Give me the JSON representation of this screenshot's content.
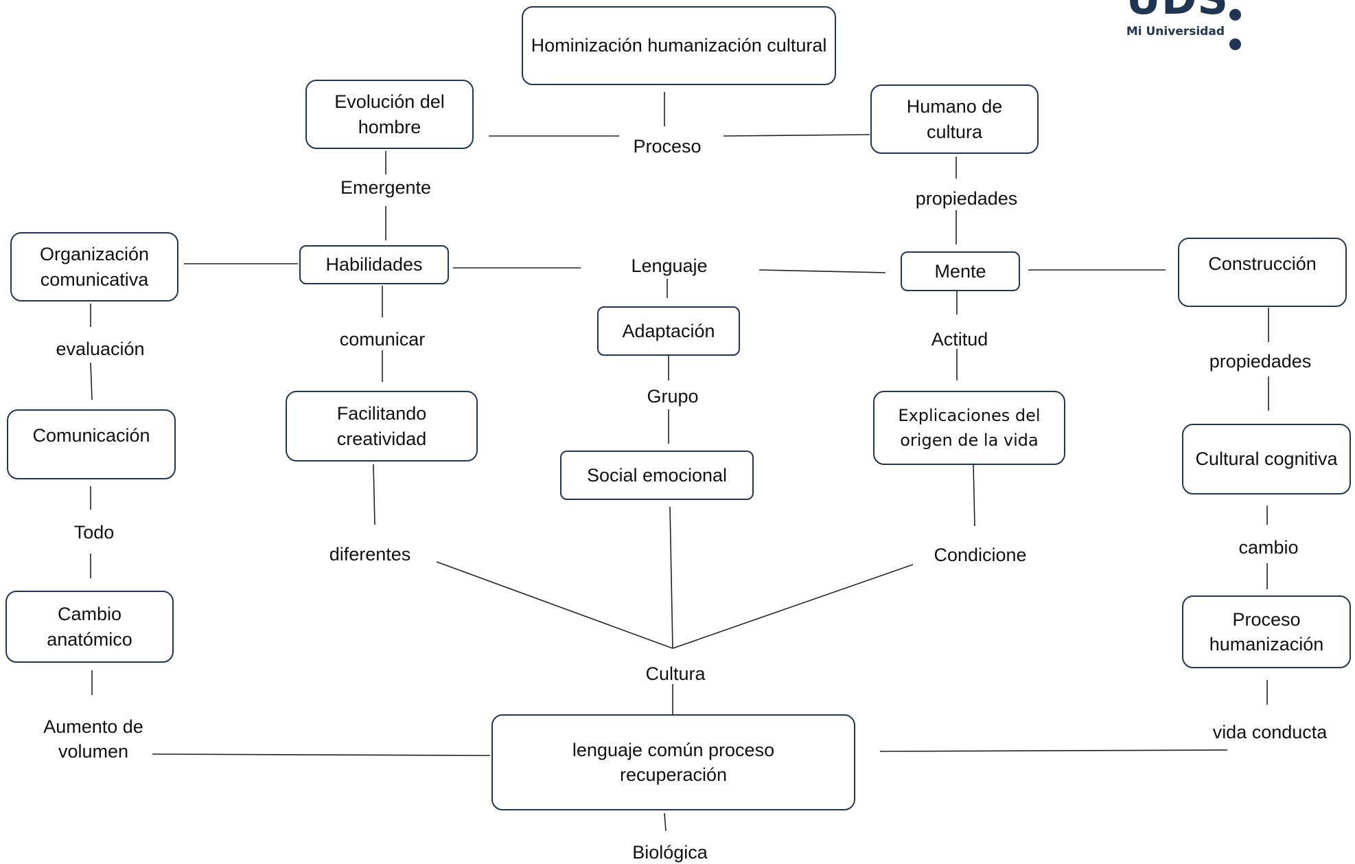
{
  "logo": {
    "brand": "UDS",
    "subtitle": "Mi Universidad",
    "color": "#1f3553"
  },
  "nodes": {
    "hominizacion": "Hominización humanización cultural",
    "evolucion": "Evolución del hombre",
    "humano_cultura": "Humano de cultura",
    "habilidades": "Habilidades",
    "organizacion": "Organización comunicativa",
    "mente": "Mente",
    "construccion": "Construcción",
    "adaptacion": "Adaptación",
    "comunicacion": "Comunicación",
    "facilitando": "Facilitando creatividad",
    "social": "Social emocional",
    "explicaciones": "Explicaciones del origen de la vida",
    "cultural_cognitiva": "Cultural cognitiva",
    "cambio_anatomico": "Cambio anatómico",
    "proceso_humanizacion": "Proceso humanización",
    "lenguaje_comun": "lenguaje común proceso recuperación"
  },
  "labels": {
    "proceso": "Proceso",
    "emergente": "Emergente",
    "propiedades_1": "propiedades",
    "lenguaje": "Lenguaje",
    "evaluacion": "evaluación",
    "comunicar": "comunicar",
    "actitud": "Actitud",
    "propiedades_2": "propiedades",
    "grupo": "Grupo",
    "todo": "Todo",
    "diferentes": "diferentes",
    "condicione": "Condicione",
    "cambio": "cambio",
    "cultura": "Cultura",
    "aumento": "Aumento de\nvolumen",
    "vida_conducta": "vida conducta",
    "biologica": "Biológica"
  },
  "colors": {
    "box_border": "#1f3553",
    "line": "#222222"
  }
}
